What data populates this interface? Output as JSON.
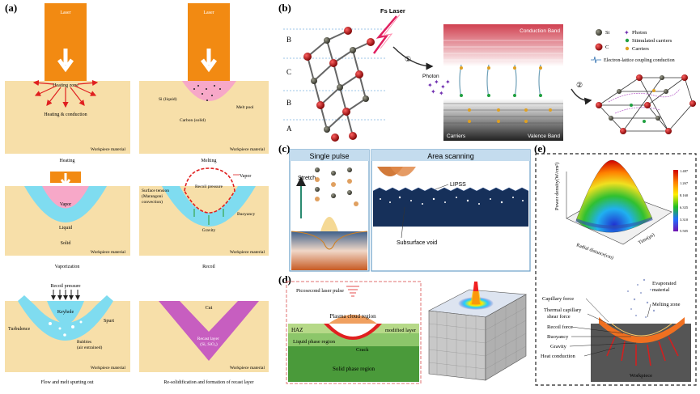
{
  "panel_a": {
    "label": "(a)",
    "laser": "Laser",
    "workpiece": "Workpiece material",
    "heating": {
      "zone": "Heating zone",
      "conduction": "Heating & conduction",
      "caption": "Heating"
    },
    "melting": {
      "si_liquid": "Si (liquid)",
      "carbon": "Carbon (solid)",
      "melt_pool": "Melt pool",
      "caption": "Melting"
    },
    "vaporization": {
      "vapor": "Vapor",
      "liquid": "Liquid",
      "solid": "Solid",
      "caption": "Vaporization"
    },
    "recoil": {
      "vapor": "Vapor",
      "recoil_pressure": "Recoil pressure",
      "surface_tension": "Surface tension (Marangoni convection)",
      "buoyancy": "Buoyancy",
      "gravity": "Gravity",
      "caption": "Recoil"
    },
    "flow": {
      "recoil_pressure": "Recoil pressure",
      "keyhole": "Keyhole",
      "spurt": "Spurt",
      "turbulence": "Turbulence",
      "bubbles": "Bubbles (air entrained)",
      "caption": "Flow and melt spurting out"
    },
    "resolid": {
      "cut": "Cut",
      "recast": "Recast layer (Si, SiO₂)",
      "caption": "Re-solidification and formation of recast layer"
    }
  },
  "panel_b": {
    "label": "(b)",
    "fs_laser": "Fs Laser",
    "layers": [
      "B",
      "C",
      "B",
      "A"
    ],
    "photon": "Photon",
    "conduction_band": "Conduction Band",
    "valence_band": "Valence Band",
    "carriers": "Carriers",
    "step1": "①",
    "step2": "②",
    "legend": {
      "si": "Si",
      "c": "C",
      "photon": "Photon",
      "stimulated": "Stimulated carriers",
      "carriers": "Carriers",
      "coupling": "Electron-lattice coupling conduction"
    }
  },
  "panel_c": {
    "label": "(c)",
    "single_pulse": "Single pulse",
    "area_scanning": "Area scanning",
    "stretch": "Stretch",
    "lipss": "LIPSS",
    "subsurface_void": "Subsurface void"
  },
  "panel_d": {
    "label": "(d)",
    "ps_pulse": "Picosecond laser pulse",
    "plasma": "Plasma cloud region",
    "haz": "HAZ",
    "modified": "modified layer",
    "liquid": "Liquid phase region",
    "crack": "Crack",
    "solid": "Solid phase region"
  },
  "panel_e": {
    "label": "(e)",
    "zlabel": "Power density(W/cm²)",
    "xlabel": "Radial distance(cm)",
    "ylabel": "Time(μs)",
    "colorbar": [
      "1.487",
      "1.267",
      "8.160",
      "6.335",
      "3.310",
      "5.505"
    ],
    "capillary": "Capillary force",
    "thermal": "Thermal capillary shear force",
    "recoil": "Recoil force",
    "buoyancy": "Buoyancy",
    "gravity": "Gravity",
    "heat_conduction": "Heat conduction",
    "evaporated": "Evaporated material",
    "melting_zone": "Melting zone",
    "workpiece": "Workpiece"
  }
}
